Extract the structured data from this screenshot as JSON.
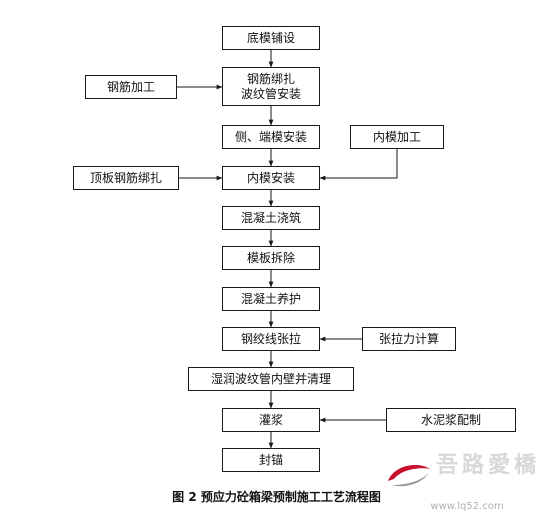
{
  "flowchart": {
    "nodes": [
      {
        "id": "n1",
        "label": "底模铺设"
      },
      {
        "id": "n2",
        "label": "钢筋绑扎\n波纹管安装"
      },
      {
        "id": "n3",
        "label": "侧、端模安装"
      },
      {
        "id": "n4",
        "label": "内模安装"
      },
      {
        "id": "n5",
        "label": "混凝土浇筑"
      },
      {
        "id": "n6",
        "label": "模板拆除"
      },
      {
        "id": "n7",
        "label": "混凝土养护"
      },
      {
        "id": "n8",
        "label": "钢绞线张拉"
      },
      {
        "id": "n9",
        "label": "湿润波纹管内壁并清理"
      },
      {
        "id": "n10",
        "label": "灌浆"
      },
      {
        "id": "n11",
        "label": "封锚"
      },
      {
        "id": "s1",
        "label": "钢筋加工"
      },
      {
        "id": "s2",
        "label": "内模加工"
      },
      {
        "id": "s3",
        "label": "顶板钢筋绑扎"
      },
      {
        "id": "s4",
        "label": "张拉力计算"
      },
      {
        "id": "s5",
        "label": "水泥浆配制"
      }
    ],
    "edges": [
      {
        "from": "n1",
        "to": "n2"
      },
      {
        "from": "n2",
        "to": "n3"
      },
      {
        "from": "n3",
        "to": "n4"
      },
      {
        "from": "n4",
        "to": "n5"
      },
      {
        "from": "n5",
        "to": "n6"
      },
      {
        "from": "n6",
        "to": "n7"
      },
      {
        "from": "n7",
        "to": "n8"
      },
      {
        "from": "n8",
        "to": "n9"
      },
      {
        "from": "n9",
        "to": "n10"
      },
      {
        "from": "n10",
        "to": "n11"
      },
      {
        "from": "s1",
        "to": "n2"
      },
      {
        "from": "s2",
        "to": "n4"
      },
      {
        "from": "s3",
        "to": "n4"
      },
      {
        "from": "s4",
        "to": "n8"
      },
      {
        "from": "s5",
        "to": "n10"
      }
    ]
  },
  "caption": "图 2  预应力砼箱梁预制施工工艺流程图",
  "watermark": {
    "glyphs": "吾路愛橋",
    "url": "www.lq52.com"
  },
  "colors": {
    "line": "#1a1a1a",
    "watermark_red": "#c8102e",
    "watermark_gray": "#b0b0b0"
  }
}
